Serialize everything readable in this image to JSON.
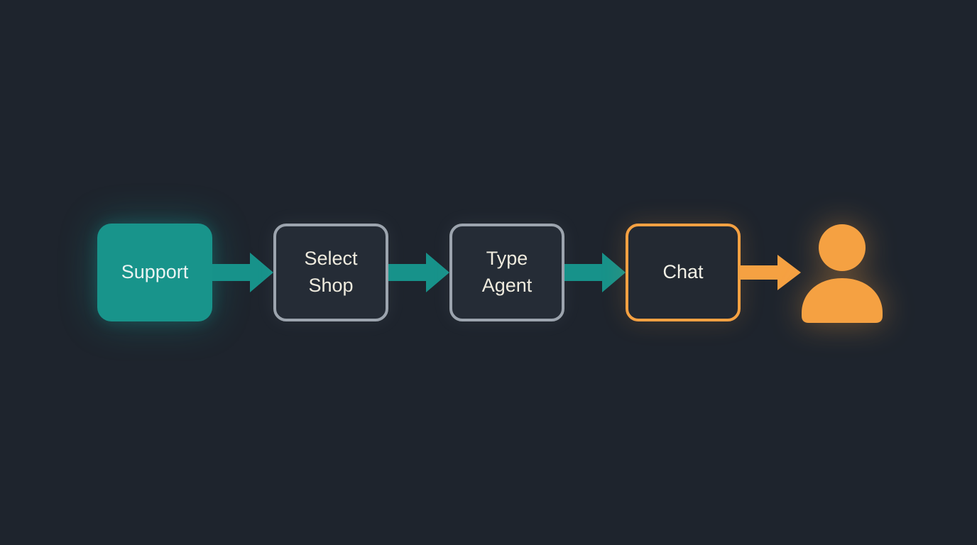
{
  "diagram": {
    "type": "flowchart",
    "direction": "left-to-right",
    "nodes": [
      {
        "id": "support",
        "label": "Support",
        "style": "filled-teal"
      },
      {
        "id": "select-shop",
        "label": "Select Shop",
        "style": "outlined-gray"
      },
      {
        "id": "type-agent",
        "label": "Type Agent",
        "style": "outlined-gray"
      },
      {
        "id": "chat",
        "label": "Chat",
        "style": "outlined-orange"
      },
      {
        "id": "user",
        "icon": "person-icon",
        "style": "orange-glyph"
      }
    ],
    "arrows": [
      {
        "from": "support",
        "to": "select-shop",
        "color_key": "teal"
      },
      {
        "from": "select-shop",
        "to": "type-agent",
        "color_key": "teal"
      },
      {
        "from": "type-agent",
        "to": "chat",
        "color_key": "teal"
      },
      {
        "from": "chat",
        "to": "user",
        "color_key": "orange"
      }
    ],
    "colors": {
      "background": "#1E242D",
      "teal": "#17928A",
      "orange": "#F5A142",
      "gray_border": "#9CA4AE",
      "node_bg": "#252C36",
      "text_cream": "#EFEBDE",
      "text_white": "#E9F3F2"
    }
  }
}
